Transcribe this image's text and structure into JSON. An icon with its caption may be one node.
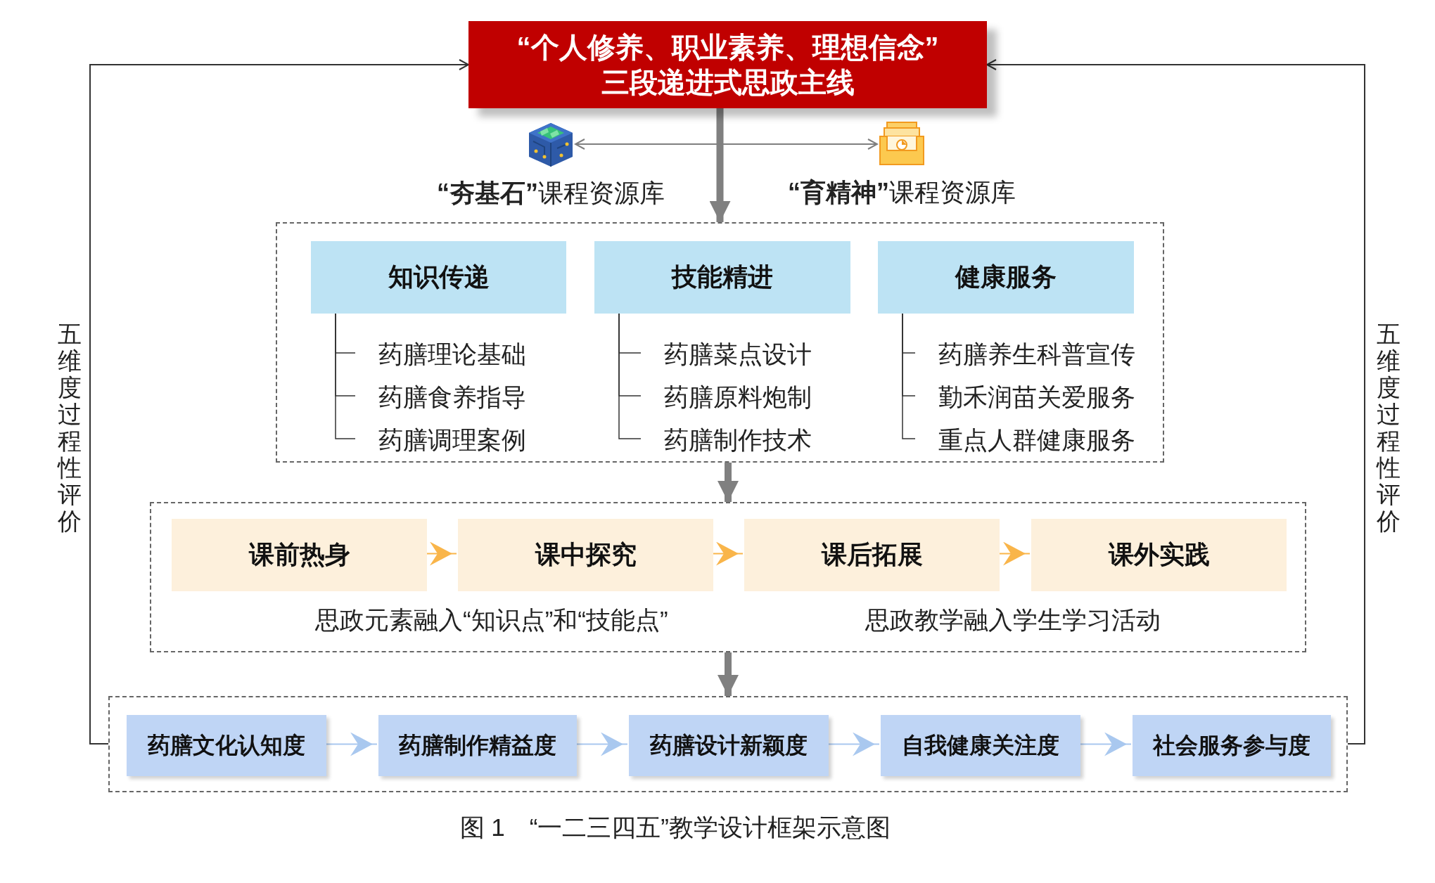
{
  "diagram": {
    "caption": "图 1　“一二三四五”教学设计框架示意图",
    "nodes": [
      {
        "text": [
          "“个人修养、职业素养、理想信念”",
          "三段递进式思政主线"
        ]
      },
      {
        "text": [],
        "shape": "picture",
        "beside": [
          "**“夯基石”**课程资源库"
        ]
      },
      {
        "text": [],
        "shape": "picture",
        "beside": [
          "**“育精神”**课程资源库"
        ]
      },
      {
        "text": [],
        "shape": "box"
      },
      {
        "text": [
          "知识传递"
        ],
        "in": 3
      },
      {
        "text": [
          "药膳理论基础"
        ],
        "in": 3
      },
      {
        "text": [
          "药膳食养指导"
        ],
        "in": 3
      },
      {
        "text": [
          "药膳调理案例"
        ],
        "in": 3
      },
      {
        "text": [
          "技能精进"
        ],
        "in": 3
      },
      {
        "text": [
          "药膳菜点设计"
        ],
        "in": 3
      },
      {
        "text": [
          "药膳原料炮制"
        ],
        "in": 3
      },
      {
        "text": [
          "药膳制作技术"
        ],
        "in": 3
      },
      {
        "text": [
          "健康服务"
        ],
        "in": 3
      },
      {
        "text": [
          "药膳养生科普宣传"
        ],
        "in": 3
      },
      {
        "text": [
          "勤禾润苗关爱服务"
        ],
        "in": 3
      },
      {
        "text": [
          "重点人群健康服务"
        ],
        "in": 3
      },
      {
        "text": [],
        "shape": "box"
      },
      {
        "text": [
          "课前热身"
        ],
        "in": 16
      },
      {
        "text": [
          "课中探究"
        ],
        "in": 16
      },
      {
        "text": [
          "课后拓展"
        ],
        "in": 16
      },
      {
        "text": [
          "课外实践"
        ],
        "in": 16
      },
      {
        "text": [],
        "shape": "box"
      },
      {
        "text": [
          "药膳文化认知度"
        ],
        "in": 21
      },
      {
        "text": [
          "药膳制作精益度"
        ],
        "in": 21
      },
      {
        "text": [
          "药膳设计新颖度"
        ],
        "in": 21
      },
      {
        "text": [
          "自我健康关注度"
        ],
        "in": 21
      },
      {
        "text": [
          "社会服务参与度"
        ],
        "in": 21
      }
    ],
    "edges": [
      {
        "from": 0,
        "to": 3,
        "arrow": "to",
        "style": "thick",
        "color": "#808080"
      },
      {
        "from": 1,
        "to": 2,
        "arrow": "both",
        "color": "#7f7f7f"
      },
      {
        "from": 4,
        "to": 5,
        "arrow": "none"
      },
      {
        "from": 4,
        "to": 6,
        "arrow": "none"
      },
      {
        "from": 4,
        "to": 7,
        "arrow": "none"
      },
      {
        "from": 8,
        "to": 9,
        "arrow": "none"
      },
      {
        "from": 8,
        "to": 10,
        "arrow": "none"
      },
      {
        "from": 8,
        "to": 11,
        "arrow": "none"
      },
      {
        "from": 12,
        "to": 13,
        "arrow": "none"
      },
      {
        "from": 12,
        "to": 14,
        "arrow": "none"
      },
      {
        "from": 12,
        "to": 15,
        "arrow": "none"
      },
      {
        "from": 3,
        "to": 16,
        "arrow": "to",
        "style": "thick",
        "color": "#808080"
      },
      {
        "from": 17,
        "to": 18,
        "arrow": "to",
        "color": "#f9b54a"
      },
      {
        "from": 18,
        "to": 19,
        "arrow": "to",
        "color": "#f9b54a"
      },
      {
        "from": 19,
        "to": 20,
        "arrow": "to",
        "color": "#f9b54a"
      },
      {
        "from": 16,
        "to": 21,
        "arrow": "to",
        "style": "thick",
        "color": "#808080"
      },
      {
        "from": 22,
        "to": 23,
        "arrow": "to",
        "color": "#a9c8ef"
      },
      {
        "from": 23,
        "to": 24,
        "arrow": "to",
        "color": "#a9c8ef"
      },
      {
        "from": 24,
        "to": 25,
        "arrow": "to",
        "color": "#a9c8ef"
      },
      {
        "from": 25,
        "to": 26,
        "arrow": "to",
        "color": "#a9c8ef"
      },
      {
        "from": 21,
        "to": 0,
        "arrow": "to",
        "label": "五维度过程性评价"
      },
      {
        "from": 21,
        "to": 0,
        "arrow": "to",
        "label": "五维度过程性评价"
      }
    ],
    "labels": [
      "思政元素融入“知识点”和“技能点”",
      "思政教学融入学生学习活动"
    ]
  }
}
